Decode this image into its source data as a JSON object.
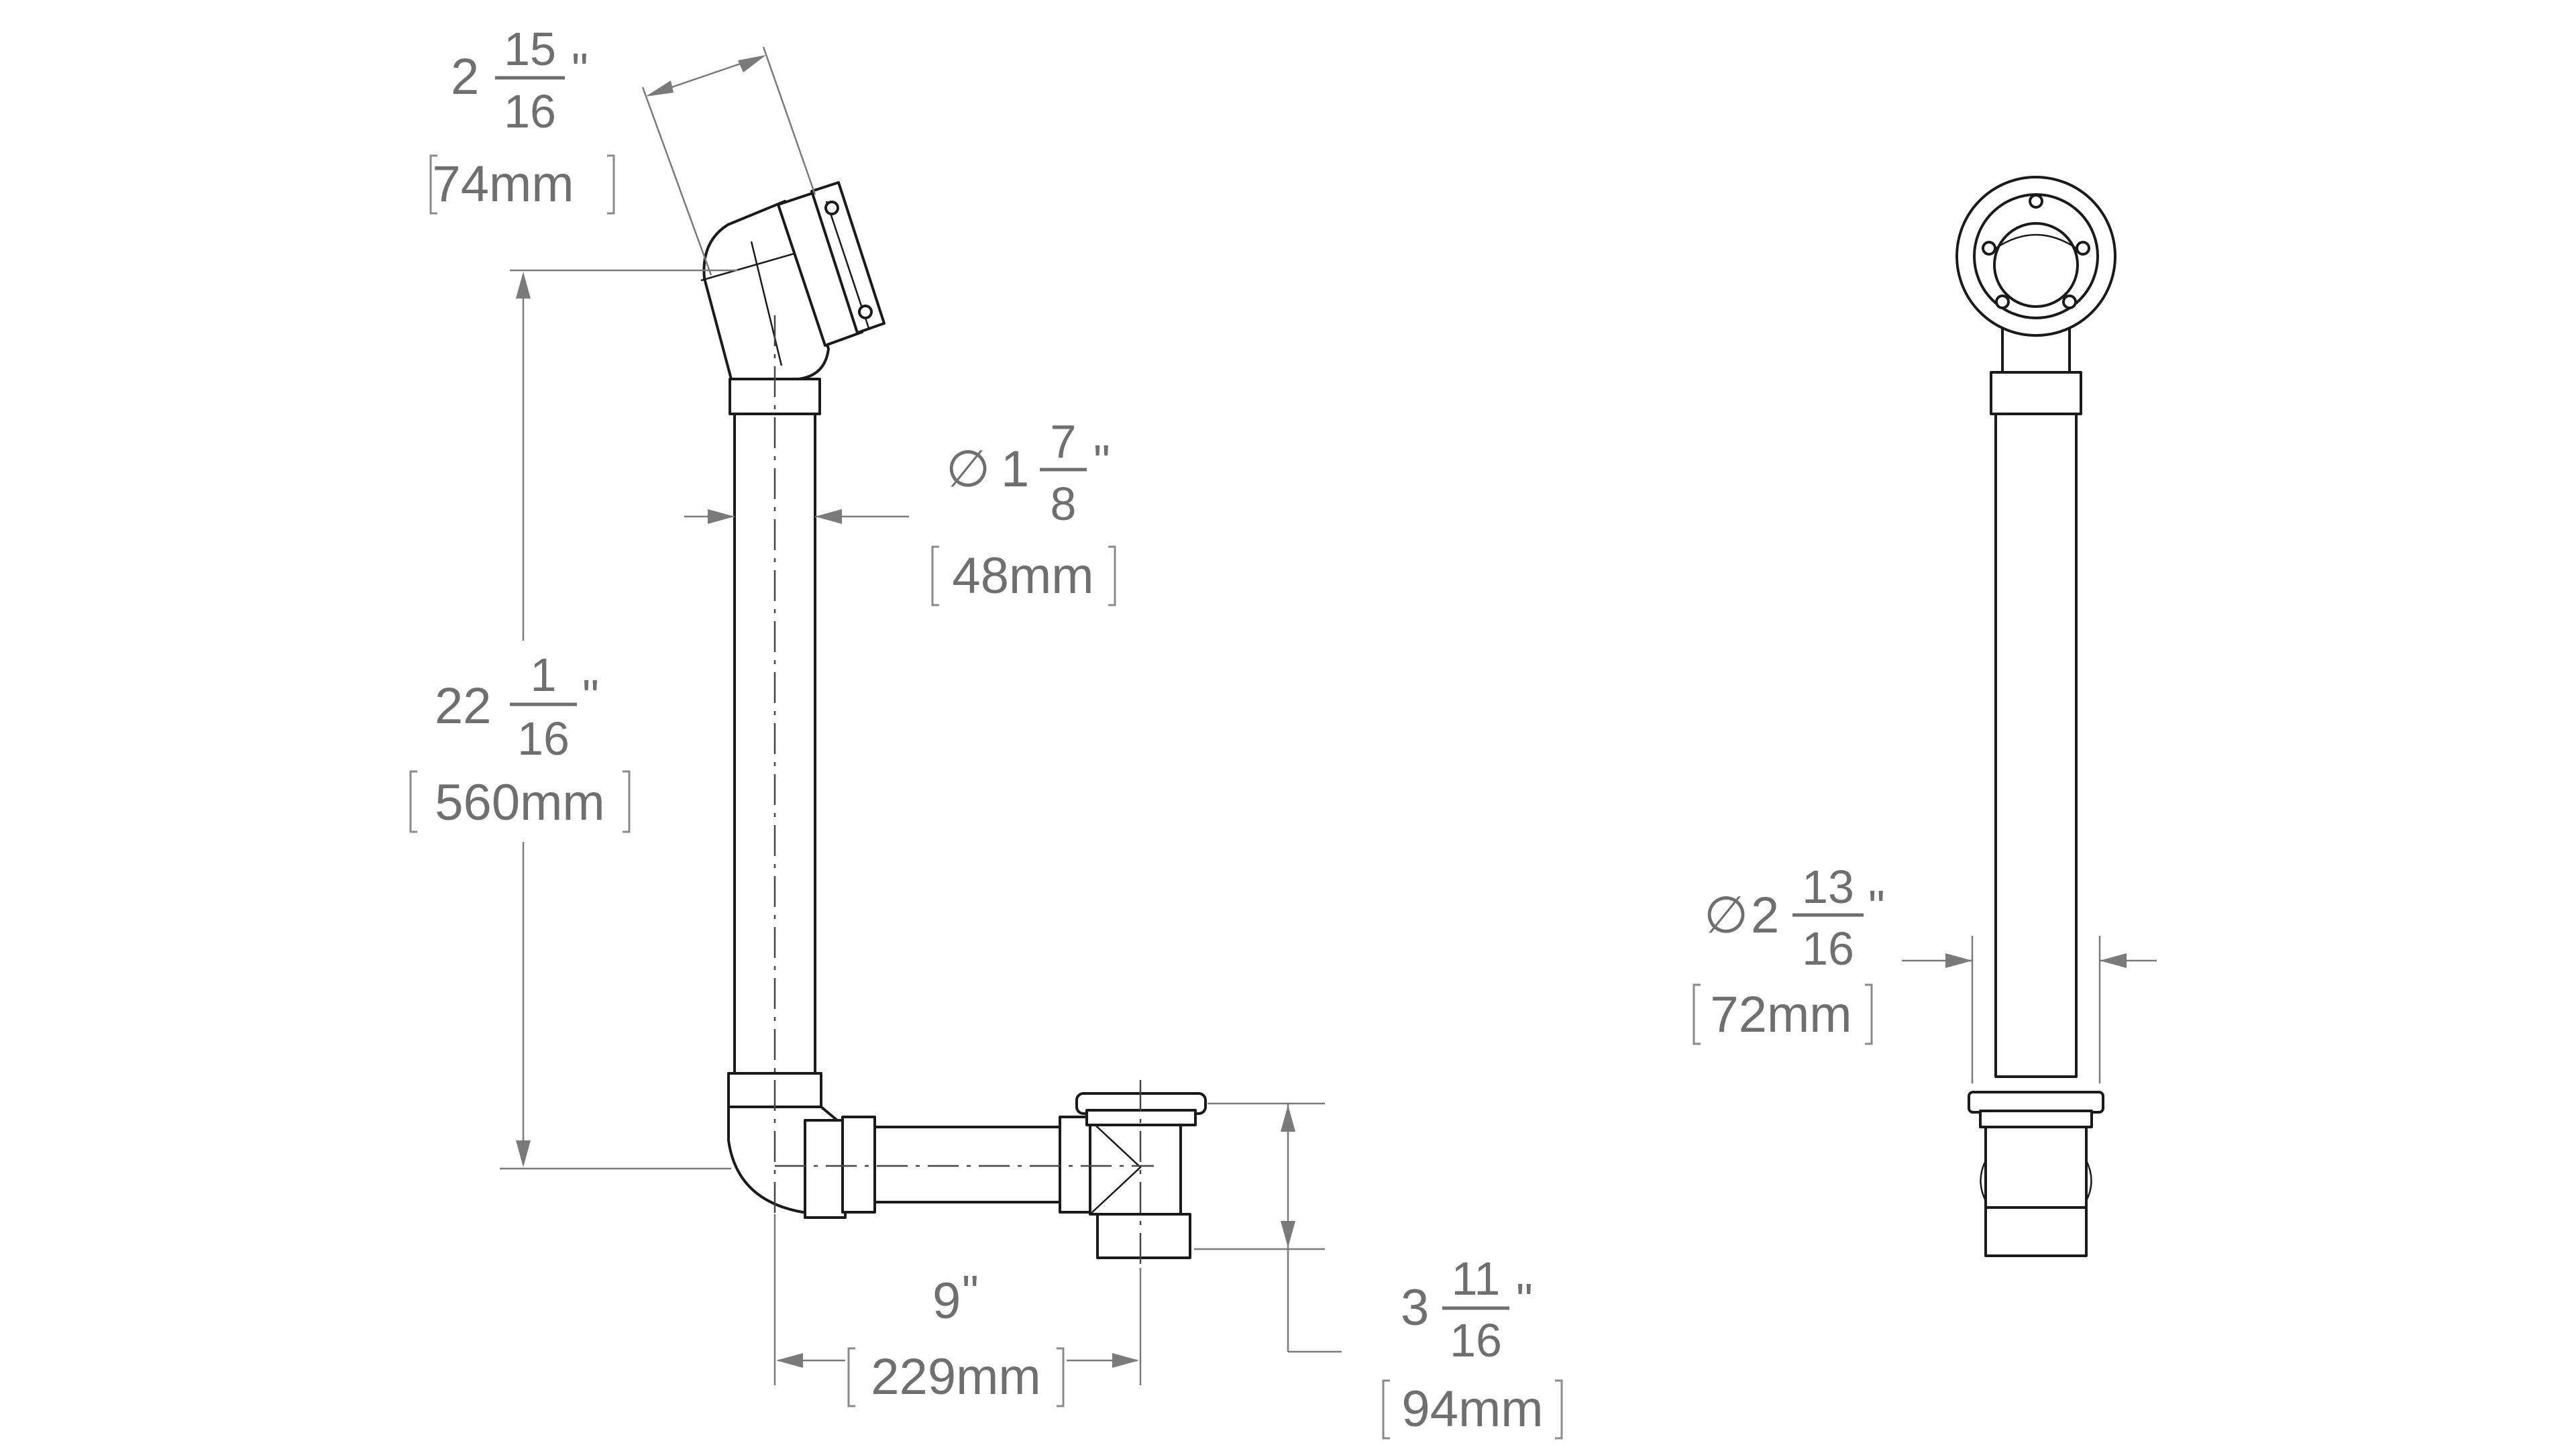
{
  "colors": {
    "outline": "#1a1a1a",
    "dimension": "#7a7a7a",
    "text": "#6f6f6f"
  },
  "dimensions": {
    "overflow_width": {
      "whole": "2",
      "num": "15",
      "den": "16",
      "unit": "\"",
      "metric": "74mm"
    },
    "pipe_diameter": {
      "symbol": "∅",
      "whole": "1",
      "num": "7",
      "den": "8",
      "unit": "\"",
      "metric": "48mm"
    },
    "height": {
      "whole": "22",
      "num": "1",
      "den": "16",
      "unit": "\"",
      "metric": "560mm"
    },
    "shoe_length": {
      "whole": "9",
      "unit": "\"",
      "metric": "229mm"
    },
    "drain_height": {
      "whole": "3",
      "num": "11",
      "den": "16",
      "unit": "\"",
      "metric": "94mm"
    },
    "side_diameter": {
      "symbol": "∅",
      "whole": "2",
      "num": "13",
      "den": "16",
      "unit": "\"",
      "metric": "72mm"
    }
  }
}
